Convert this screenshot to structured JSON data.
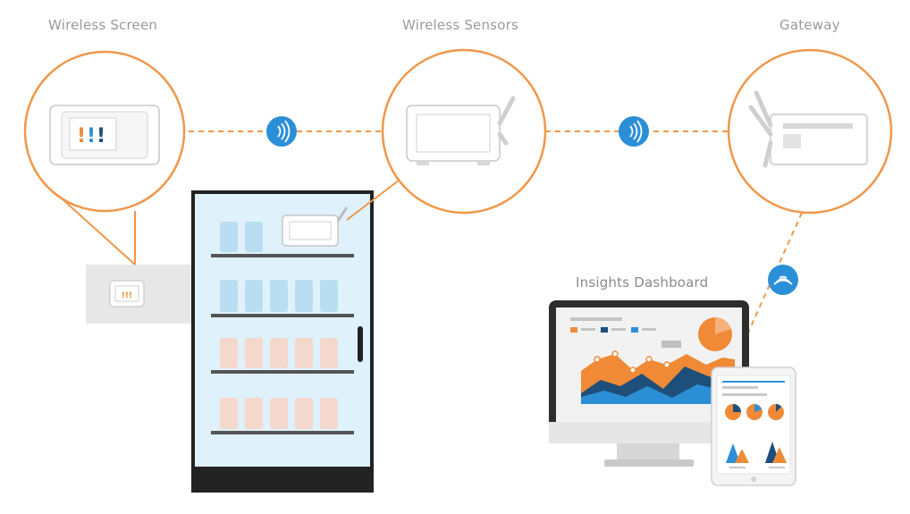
{
  "labels": {
    "wireless_screen": "Wireless Screen",
    "wireless_sensors": "Wireless Sensors",
    "gateway": "Gateway",
    "insights_dashboard": "Insights Dashboard"
  },
  "screen_badge": "!!!",
  "colors": {
    "connector": "#f0974a",
    "wireless_badge": "#2b8fd8",
    "accent_orange": "#f08a36",
    "accent_blue": "#2c8fd6",
    "accent_navy": "#1d4f7a",
    "fridge_frame": "#222222",
    "fridge_glass": "#dff1fb"
  },
  "icons": {
    "wireless_1": "wifi-signal-icon",
    "wireless_2": "wifi-signal-icon",
    "wireless_3": "wifi-signal-icon"
  }
}
